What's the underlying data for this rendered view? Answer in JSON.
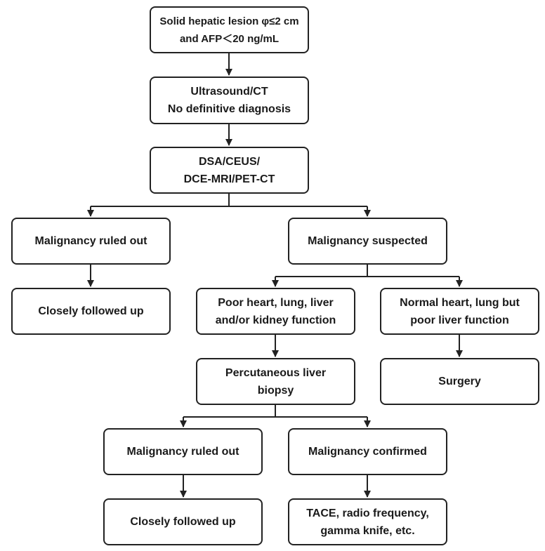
{
  "flowchart": {
    "start": {
      "line1": "Solid hepatic lesion φ≤2 cm",
      "line2": "and AFP＜20 ng/mL"
    },
    "imaging": {
      "line1": "Ultrasound/CT",
      "line2": "No definitive diagnosis"
    },
    "advanced_imaging": {
      "line1": "DSA/CEUS/",
      "line2": "DCE-MRI/PET-CT"
    },
    "malignancy_ruled_out_1": "Malignancy ruled out",
    "closely_followed_up_1": "Closely followed up",
    "malignancy_suspected": "Malignancy suspected",
    "poor_function": {
      "line1": "Poor heart, lung, liver",
      "line2": "and/or kidney function"
    },
    "normal_function": {
      "line1": "Normal heart, lung but",
      "line2": "poor liver function"
    },
    "biopsy": {
      "line1": "Percutaneous liver",
      "line2": "biopsy"
    },
    "surgery": "Surgery",
    "malignancy_ruled_out_2": "Malignancy ruled out",
    "malignancy_confirmed": "Malignancy confirmed",
    "closely_followed_up_2": "Closely followed up",
    "treatment": {
      "line1": "TACE, radio frequency,",
      "line2": "gamma knife, etc."
    }
  },
  "colors": {
    "stroke": "#222222",
    "text": "#1a1a1a",
    "background": "#ffffff"
  }
}
